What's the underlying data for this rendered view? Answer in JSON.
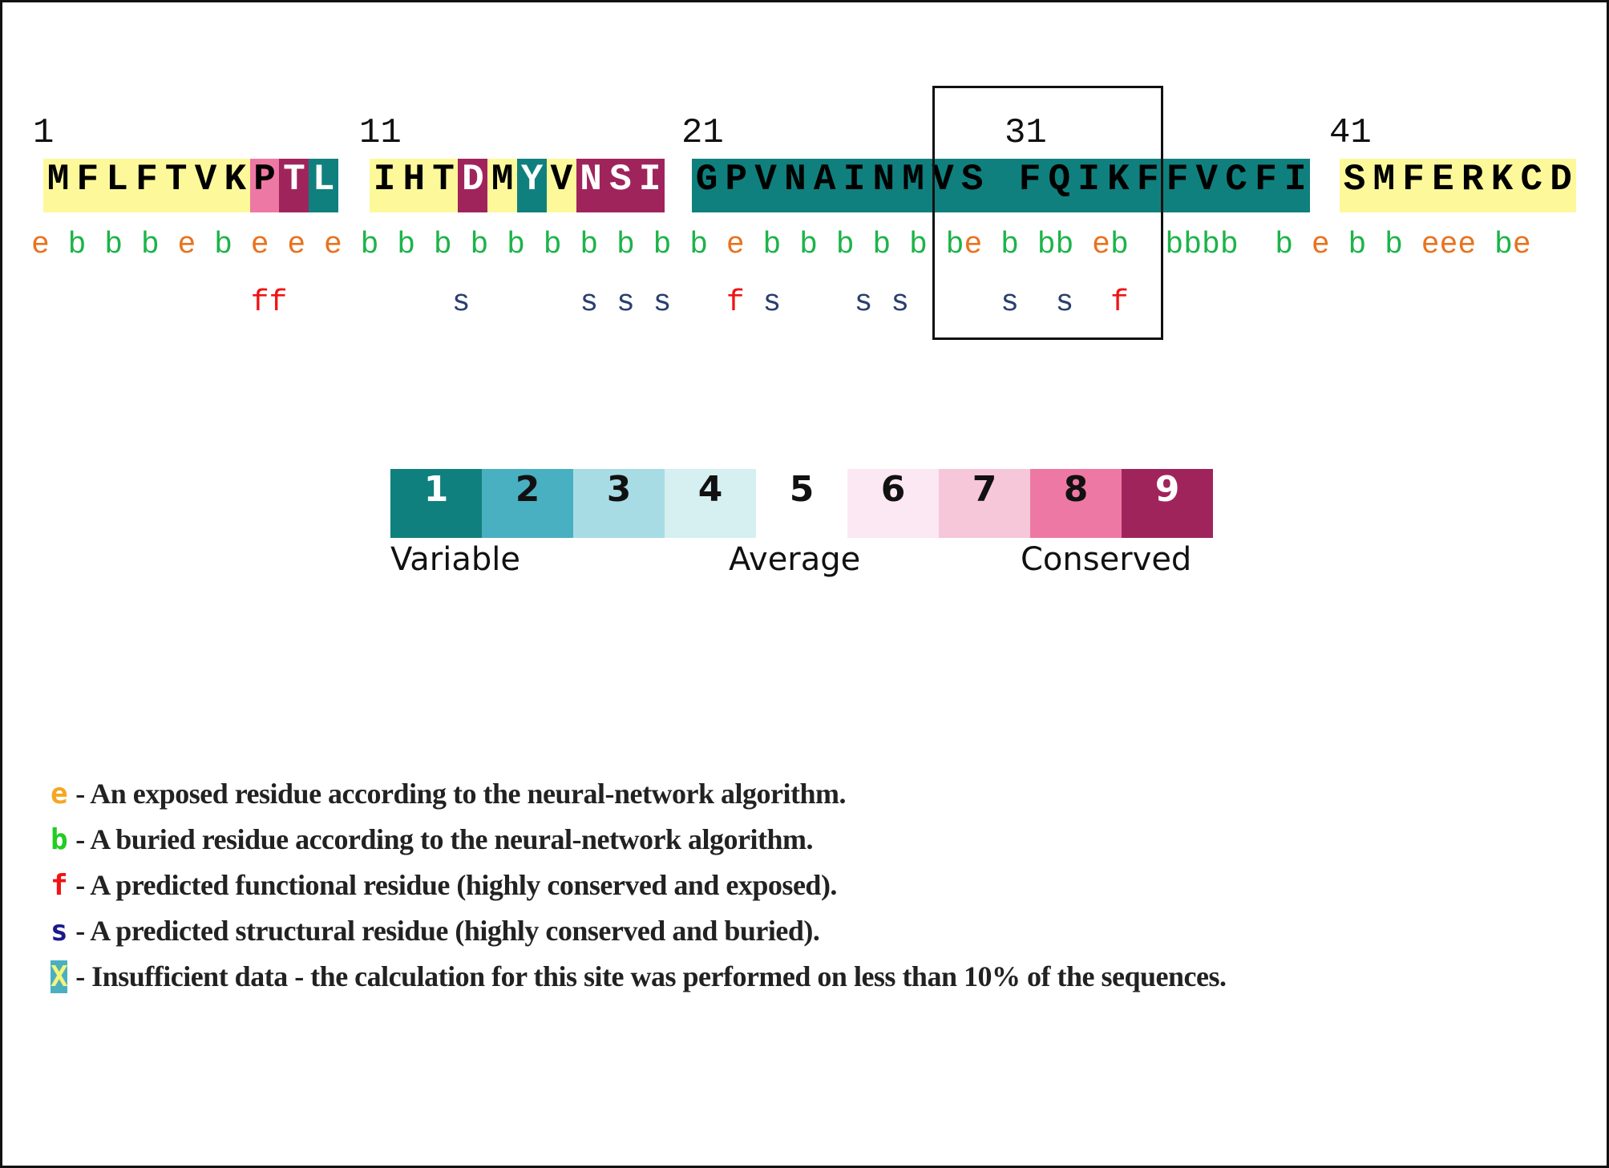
{
  "sequence": {
    "blocks": [
      {
        "number": "1",
        "residues": "MFLFTVKPTL",
        "grades": "xxxxxxx891"
      },
      {
        "number": "11",
        "residues": "IHTDMYVNSI",
        "grades": "xxx9x1x999"
      },
      {
        "number": "21",
        "residues": "GPVNAINMVS",
        "grades": "1111111111"
      },
      {
        "number": "31",
        "residues": "FQIKFFVCFI",
        "grades": "1111111111"
      },
      {
        "number": "41",
        "residues": "SMFERKCD",
        "grades": "xxxxxxxx"
      }
    ],
    "exposure_row": "e b b b e b e e e b b b b b b b b b b e b b b b b be b bb eb  bbbb  b e b b eee be",
    "function_row": "            ff         s      s s s   f s    s s     s  s  f"
  },
  "colors": {
    "insufficient": "#fdf99b",
    "grade_1": "#10807e",
    "grade_2": "#48b0c0",
    "grade_3": "#a8dce4",
    "grade_4": "#d6eff0",
    "grade_5": "#ffffff",
    "grade_6": "#fbe8f2",
    "grade_7": "#f6c6d9",
    "grade_8": "#ee78a4",
    "grade_9": "#a0245c",
    "exposed": "#e8731f",
    "buried": "#1db34a",
    "functional": "#f01414",
    "structural": "#2a3f6e"
  },
  "scale": {
    "cells": [
      "1",
      "2",
      "3",
      "4",
      "5",
      "6",
      "7",
      "8",
      "9"
    ],
    "variable_label": "Variable",
    "average_label": "Average",
    "conserved_label": "Conserved"
  },
  "legend": [
    {
      "symbol": "e",
      "symbol_color": "#f5a623",
      "text": "- An exposed residue according to the neural-network algorithm."
    },
    {
      "symbol": "b",
      "symbol_color": "#22cc22",
      "text": "- A buried residue according to the neural-network algorithm."
    },
    {
      "symbol": "f",
      "symbol_color": "#f01414",
      "text": "- A predicted functional residue (highly conserved and exposed)."
    },
    {
      "symbol": "s",
      "symbol_color": "#1a1a8c",
      "text": "- A predicted structural residue (highly conserved and buried)."
    },
    {
      "symbol": "X",
      "symbol_color": "#f5f57a",
      "symbol_bg": "#4ab0c0",
      "text": "- Insufficient data - the calculation for this site was performed on less than 10% of the sequences."
    }
  ]
}
